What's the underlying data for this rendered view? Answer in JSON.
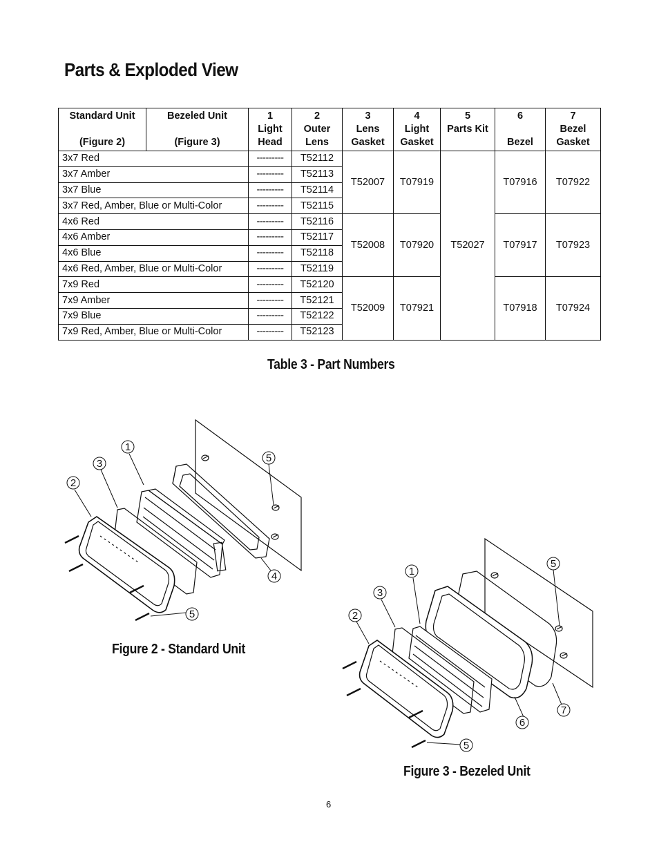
{
  "page_title": "Parts & Exploded View",
  "table": {
    "headers": {
      "standard_unit": "Standard Unit",
      "standard_unit_fig": "(Figure 2)",
      "bezeled_unit": "Bezeled Unit",
      "bezeled_unit_fig": "(Figure 3)",
      "col1_num": "1",
      "col1_a": "Light",
      "col1_b": "Head",
      "col2_num": "2",
      "col2_a": "Outer",
      "col2_b": "Lens",
      "col3_num": "3",
      "col3_a": "Lens",
      "col3_b": "Gasket",
      "col4_num": "4",
      "col4_a": "Light",
      "col4_b": "Gasket",
      "col5_num": "5",
      "col5_a": "Parts Kit",
      "col6_num": "6",
      "col6_b": "Bezel",
      "col7_num": "7",
      "col7_a": "Bezel",
      "col7_b": "Gasket"
    },
    "rows": [
      {
        "unit": "3x7 Red",
        "light_head": "---------",
        "outer_lens": "T52112"
      },
      {
        "unit": "3x7 Amber",
        "light_head": "---------",
        "outer_lens": "T52113"
      },
      {
        "unit": "3x7 Blue",
        "light_head": "---------",
        "outer_lens": "T52114"
      },
      {
        "unit": "3x7 Red, Amber, Blue or Multi-Color",
        "light_head": "---------",
        "outer_lens": "T52115"
      },
      {
        "unit": "4x6 Red",
        "light_head": "---------",
        "outer_lens": "T52116"
      },
      {
        "unit": "4x6 Amber",
        "light_head": "---------",
        "outer_lens": "T52117"
      },
      {
        "unit": "4x6 Blue",
        "light_head": "---------",
        "outer_lens": "T52118"
      },
      {
        "unit": "4x6 Red, Amber, Blue or Multi-Color",
        "light_head": "---------",
        "outer_lens": "T52119"
      },
      {
        "unit": "7x9 Red",
        "light_head": "---------",
        "outer_lens": "T52120"
      },
      {
        "unit": "7x9 Amber",
        "light_head": "---------",
        "outer_lens": "T52121"
      },
      {
        "unit": "7x9 Blue",
        "light_head": "---------",
        "outer_lens": "T52122"
      },
      {
        "unit": "7x9 Red, Amber, Blue or Multi-Color",
        "light_head": "---------",
        "outer_lens": "T52123"
      }
    ],
    "groups": [
      {
        "lens_gasket": "T52007",
        "light_gasket": "T07919",
        "bezel": "T07916",
        "bezel_gasket": "T07922"
      },
      {
        "lens_gasket": "T52008",
        "light_gasket": "T07920",
        "bezel": "T07917",
        "bezel_gasket": "T07923"
      },
      {
        "lens_gasket": "T52009",
        "light_gasket": "T07921",
        "bezel": "T07918",
        "bezel_gasket": "T07924"
      }
    ],
    "parts_kit": "T52027",
    "caption": "Table 3 - Part Numbers"
  },
  "figure2": {
    "caption": "Figure 2 - Standard Unit",
    "callouts": [
      "1",
      "2",
      "3",
      "4",
      "5",
      "5"
    ]
  },
  "figure3": {
    "caption": "Figure 3 - Bezeled Unit",
    "callouts": [
      "1",
      "2",
      "3",
      "5",
      "5",
      "6",
      "7"
    ]
  },
  "page_number": "6"
}
